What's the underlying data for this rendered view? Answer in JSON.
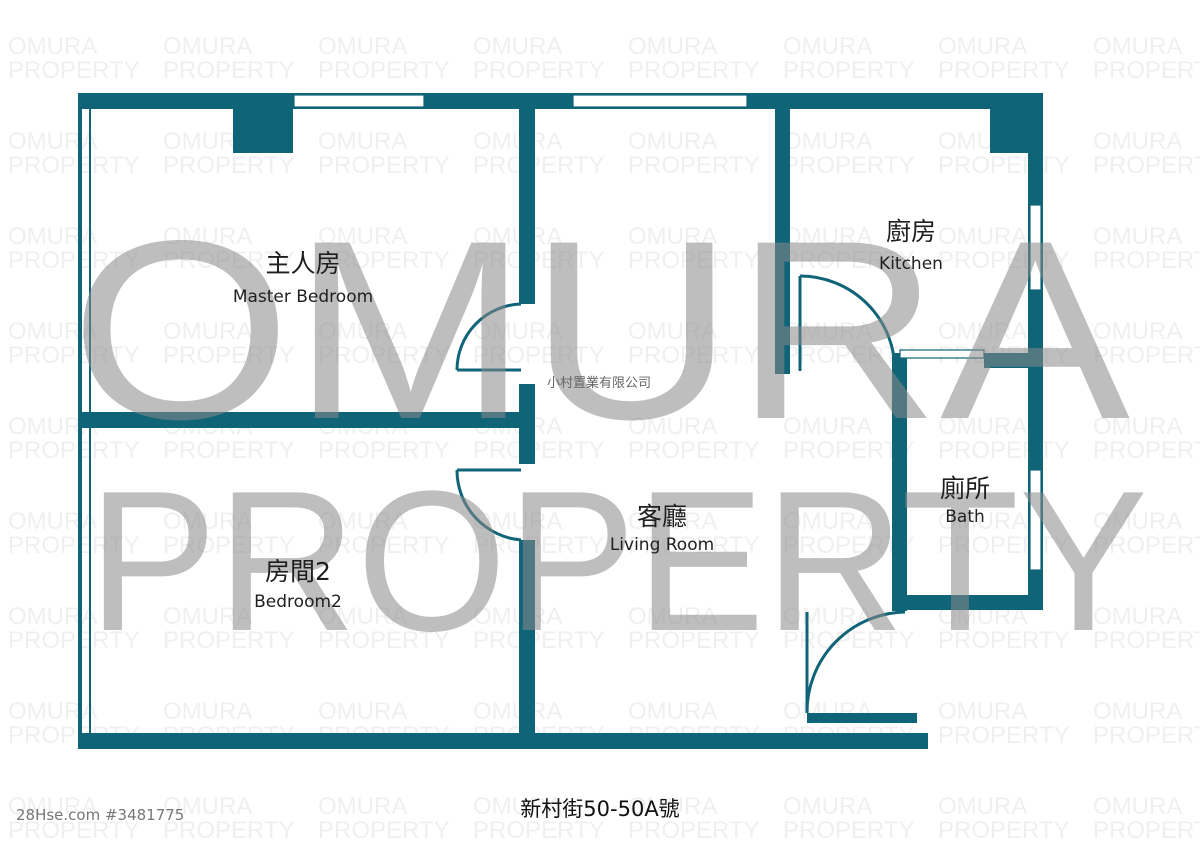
{
  "watermark": {
    "line1": "OMURA",
    "line2": "PROPERTY"
  },
  "rooms": {
    "master": {
      "cn": "主人房",
      "en": "Master Bedroom"
    },
    "bedroom2": {
      "cn": "房間2",
      "en": "Bedroom2"
    },
    "living": {
      "cn": "客廳",
      "en": "Living Room"
    },
    "kitchen": {
      "cn": "廚房",
      "en": "Kitchen"
    },
    "bath": {
      "cn": "廁所",
      "en": "Bath"
    }
  },
  "company": "小村置業有限公司",
  "address": "新村街50-50A號",
  "source": "28Hse.com #3481775",
  "colors": {
    "wall": "#0f6478",
    "watermark": "#8a8a8a"
  }
}
